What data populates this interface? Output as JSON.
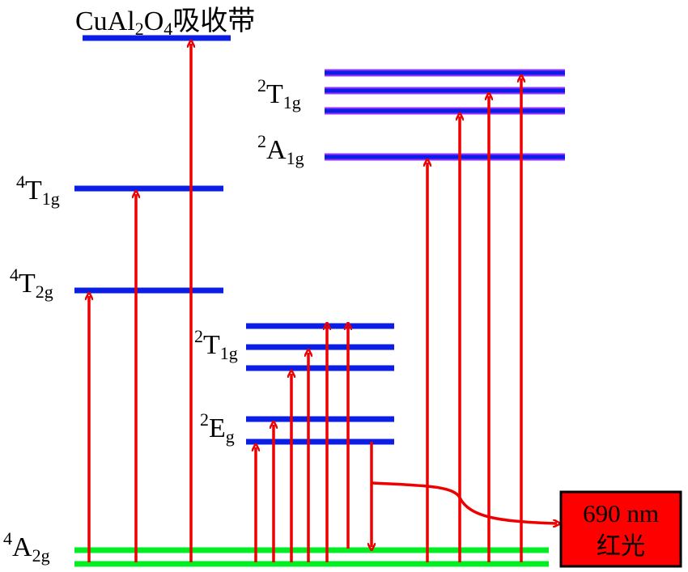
{
  "labels": {
    "cu_band_main": "CuAl",
    "cu_band_sub2": "2",
    "cu_band_o": "O",
    "cu_band_sub4": "4",
    "cu_band_cn": "吸收带",
    "t1g_left_sup": "4",
    "t1g_left_main": "T",
    "t1g_left_sub": "1g",
    "t2g_left_sup": "4",
    "t2g_left_main": "T",
    "t2g_left_sub": "2g",
    "a2g_sup": "4",
    "a2g_main": "A",
    "a2g_sub": "2g",
    "t1g_mid_sup": "2",
    "t1g_mid_main": "T",
    "t1g_mid_sub": "1g",
    "eg_sup": "2",
    "eg_main": "E",
    "eg_sub": "g",
    "t1g_right_sup": "2",
    "t1g_right_main": "T",
    "t1g_right_sub": "1g",
    "a1g_sup": "2",
    "a1g_main": "A",
    "a1g_sub": "1g"
  },
  "emission_box": {
    "line1": "690 nm",
    "line2": "红光"
  },
  "colors": {
    "level": "#0a1ee6",
    "level_outline": "#9b30ff",
    "ground": "#00ee22",
    "arrow": "#ee0000",
    "box_fill": "#ff0000",
    "box_border": "#000000"
  }
}
